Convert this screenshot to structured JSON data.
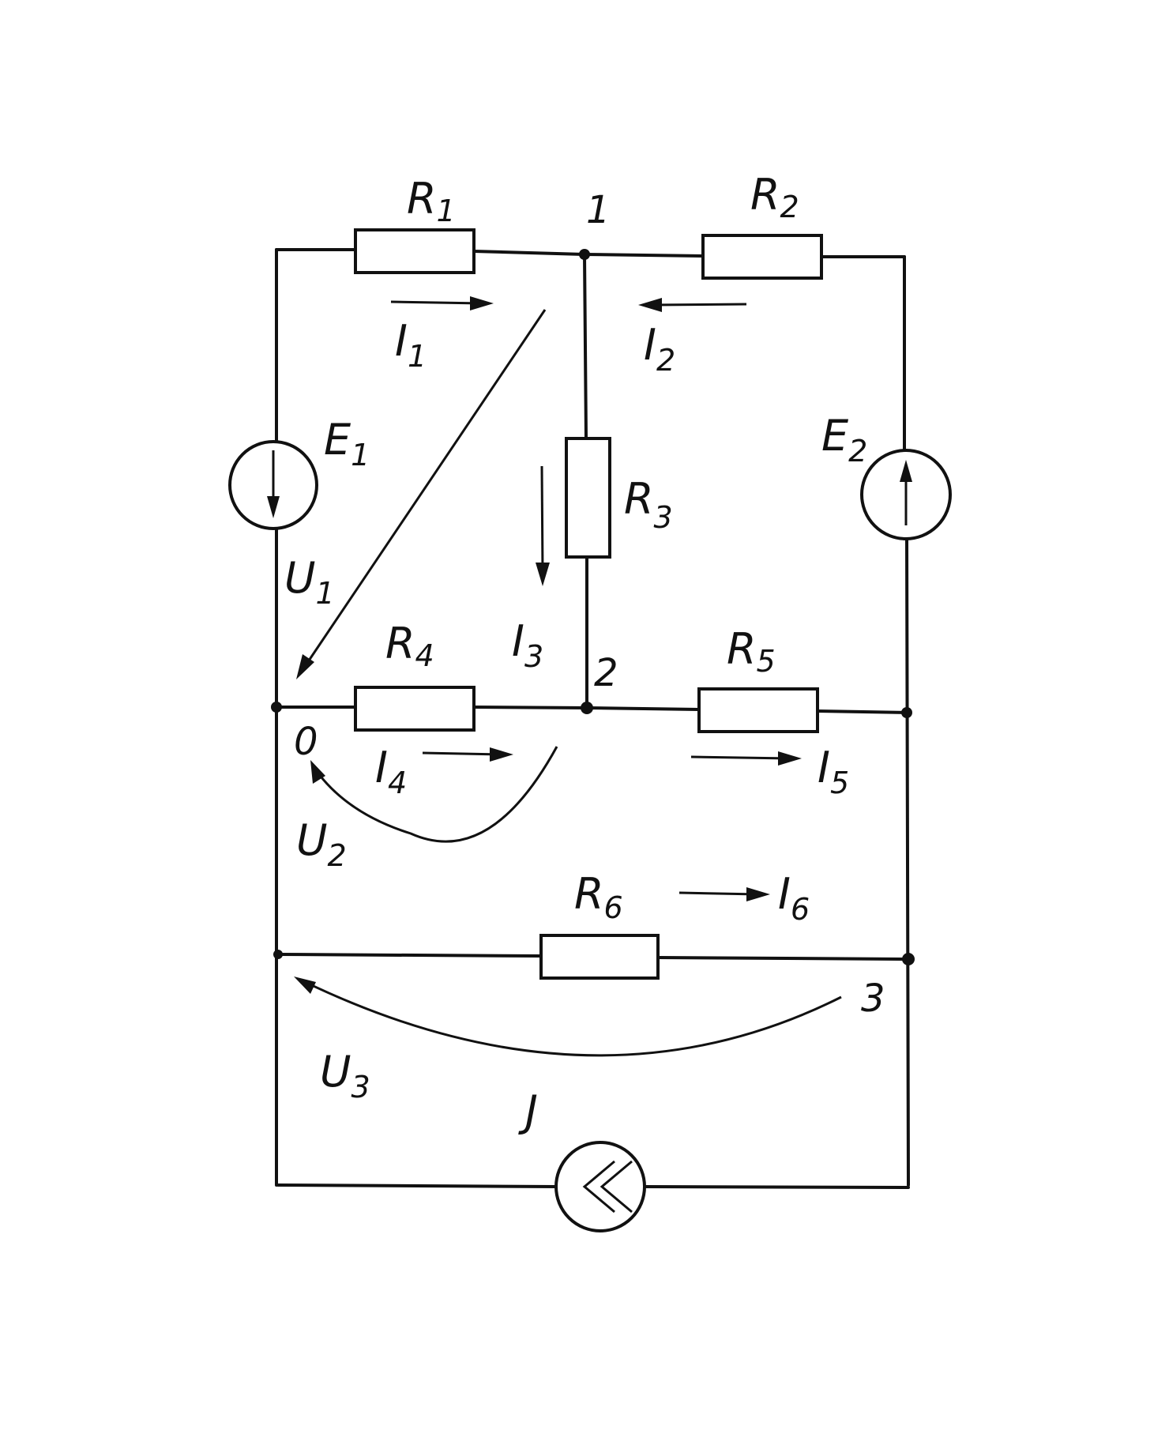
{
  "resistors": [
    {
      "name": "R",
      "sub": "1"
    },
    {
      "name": "R",
      "sub": "2"
    },
    {
      "name": "R",
      "sub": "3"
    },
    {
      "name": "R",
      "sub": "4"
    },
    {
      "name": "R",
      "sub": "5"
    },
    {
      "name": "R",
      "sub": "6"
    }
  ],
  "sources": [
    {
      "name": "E",
      "sub": "1"
    },
    {
      "name": "E",
      "sub": "2"
    }
  ],
  "current_source": {
    "name": "J"
  },
  "currents": [
    {
      "name": "I",
      "sub": "1"
    },
    {
      "name": "I",
      "sub": "2"
    },
    {
      "name": "I",
      "sub": "3"
    },
    {
      "name": "I",
      "sub": "4"
    },
    {
      "name": "I",
      "sub": "5"
    },
    {
      "name": "I",
      "sub": "6"
    }
  ],
  "voltages": [
    {
      "name": "U",
      "sub": "1"
    },
    {
      "name": "U",
      "sub": "2"
    },
    {
      "name": "U",
      "sub": "3"
    }
  ],
  "nodes": [
    "1",
    "2",
    "3",
    "0"
  ]
}
